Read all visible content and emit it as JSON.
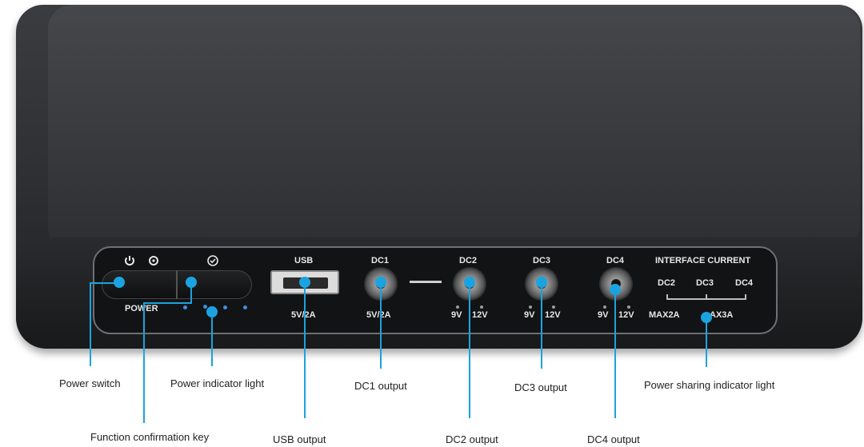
{
  "device": {
    "icons": [
      "power-icon",
      "function-icon",
      "check-icon"
    ],
    "power_label": "POWER",
    "usb_label": "USB",
    "usb_rating": "5V/2A",
    "dc1_label": "DC1",
    "dc1_rating": "5V/2A",
    "dc2_label": "DC2",
    "dc3_label": "DC3",
    "dc4_label": "DC4",
    "volt_9": "9V",
    "volt_12": "12V",
    "interface_current_label": "INTERFACE CURRENT",
    "share_dc2": "DC2",
    "share_dc3": "DC3",
    "share_dc4": "DC4",
    "max2a": "MAX2A",
    "max3a": "AX3A"
  },
  "callouts": {
    "power_switch": "Power switch",
    "function_confirmation_key": "Function confirmation key",
    "power_indicator_light": "Power indicator light",
    "usb_output": "USB output",
    "dc1_output": "DC1 output",
    "dc2_output": "DC2 output",
    "dc3_output": "DC3 output",
    "dc4_output": "DC4 output",
    "power_sharing_indicator_light": "Power sharing indicator light"
  },
  "colors": {
    "callout_accent": "#1aa3e0",
    "indicator_led": "#3d8fe0",
    "device_body": "#2f3135"
  }
}
